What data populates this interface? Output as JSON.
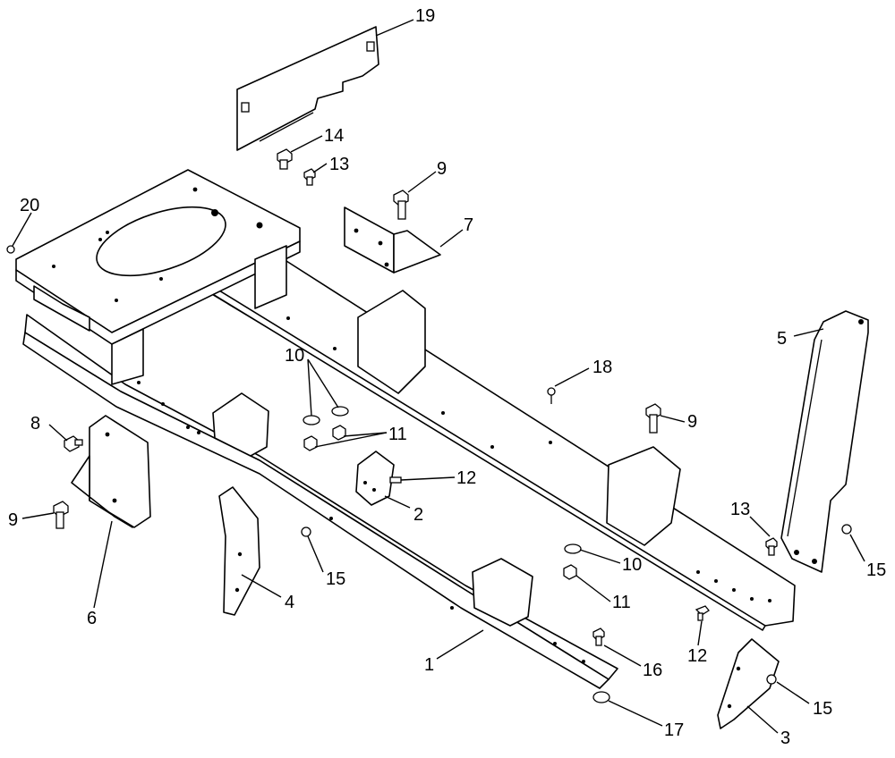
{
  "diagram": {
    "callouts": [
      {
        "id": "c1",
        "label": "1"
      },
      {
        "id": "c2",
        "label": "2"
      },
      {
        "id": "c3",
        "label": "3"
      },
      {
        "id": "c4",
        "label": "4"
      },
      {
        "id": "c5",
        "label": "5"
      },
      {
        "id": "c6",
        "label": "6"
      },
      {
        "id": "c7",
        "label": "7"
      },
      {
        "id": "c8",
        "label": "8"
      },
      {
        "id": "c9a",
        "label": "9"
      },
      {
        "id": "c9b",
        "label": "9"
      },
      {
        "id": "c9c",
        "label": "9"
      },
      {
        "id": "c10a",
        "label": "10"
      },
      {
        "id": "c10b",
        "label": "10"
      },
      {
        "id": "c11a",
        "label": "11"
      },
      {
        "id": "c11b",
        "label": "11"
      },
      {
        "id": "c12a",
        "label": "12"
      },
      {
        "id": "c12b",
        "label": "12"
      },
      {
        "id": "c13a",
        "label": "13"
      },
      {
        "id": "c13b",
        "label": "13"
      },
      {
        "id": "c14",
        "label": "14"
      },
      {
        "id": "c15a",
        "label": "15"
      },
      {
        "id": "c15b",
        "label": "15"
      },
      {
        "id": "c15c",
        "label": "15"
      },
      {
        "id": "c16",
        "label": "16"
      },
      {
        "id": "c17",
        "label": "17"
      },
      {
        "id": "c18",
        "label": "18"
      },
      {
        "id": "c19",
        "label": "19"
      },
      {
        "id": "c20",
        "label": "20"
      }
    ]
  }
}
